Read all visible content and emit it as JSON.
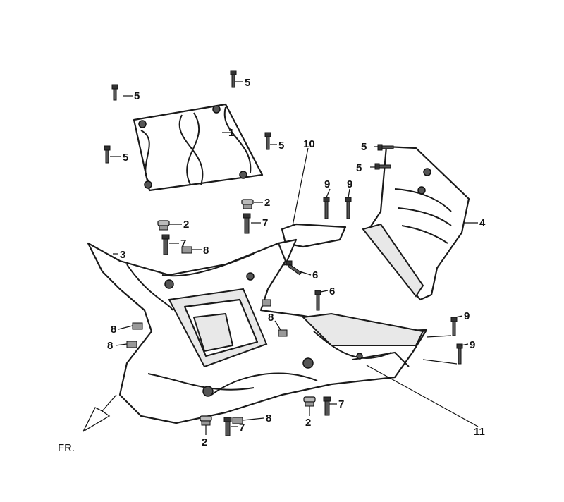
{
  "diagram": {
    "type": "exploded parts view",
    "front_indicator": "FR.",
    "callouts": [
      "1",
      "2",
      "3",
      "4",
      "5",
      "6",
      "7",
      "8",
      "9",
      "10",
      "11"
    ]
  }
}
